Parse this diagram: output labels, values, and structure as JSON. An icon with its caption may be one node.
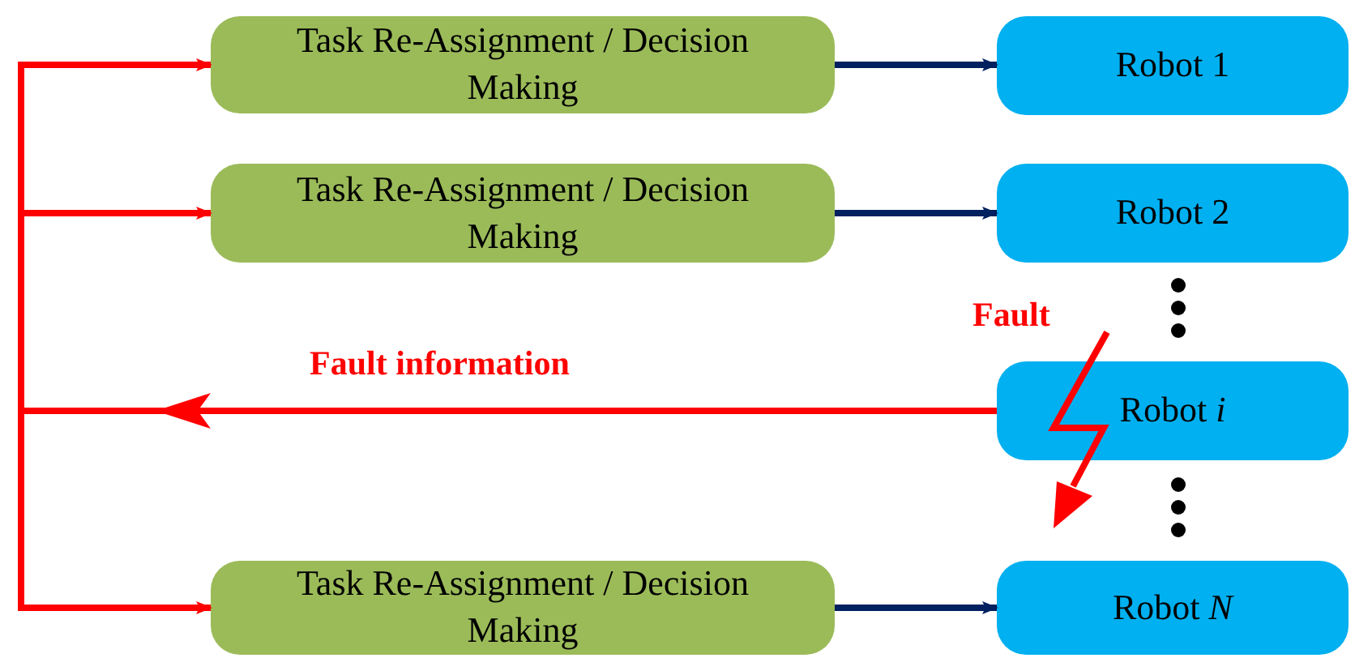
{
  "diagram": {
    "nodes": [
      {
        "text": [
          "Task Re-Assignment / Decision Making"
        ]
      },
      {
        "text": [
          "Robot 1"
        ]
      },
      {
        "text": [
          "Task Re-Assignment / Decision Making"
        ]
      },
      {
        "text": [
          "Robot 2"
        ]
      },
      {
        "text": [
          "Robot *i*"
        ]
      },
      {
        "text": [
          "Task Re-Assignment / Decision Making"
        ]
      },
      {
        "text": [
          "Robot *N*"
        ]
      }
    ],
    "edges": [
      {
        "from": 0,
        "to": 1,
        "arrow": "to",
        "color": "#002060"
      },
      {
        "from": 2,
        "to": 3,
        "arrow": "to",
        "color": "#002060"
      },
      {
        "from": 5,
        "to": 6,
        "arrow": "to",
        "color": "#002060"
      },
      {
        "from": 4,
        "to": 0,
        "arrow": "to",
        "color": "#ff0000",
        "label": "Fault information"
      },
      {
        "from": 4,
        "to": 2,
        "arrow": "to",
        "color": "#ff0000"
      },
      {
        "from": 4,
        "to": 5,
        "arrow": "to",
        "color": "#ff0000"
      }
    ],
    "labels": [
      "Fault"
    ]
  }
}
